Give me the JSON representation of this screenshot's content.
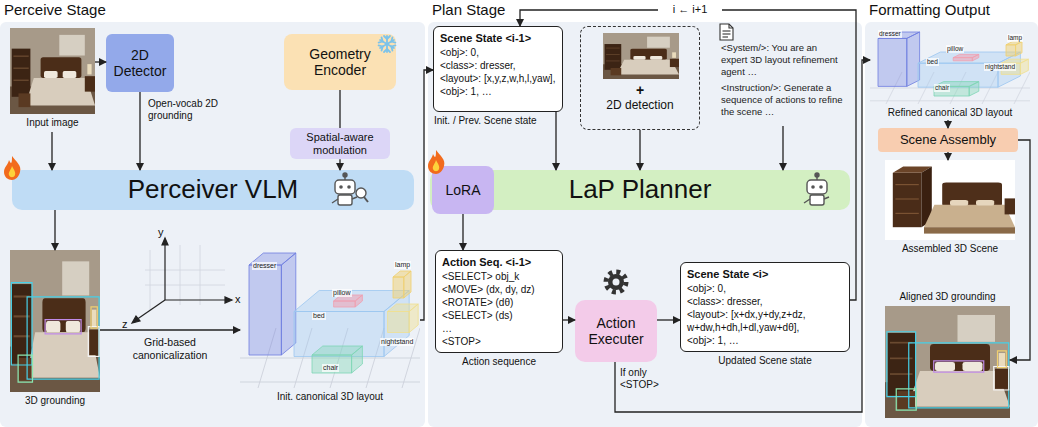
{
  "diagram": {
    "nodes": [
      {
        "text": [
          "Perceive Stage"
        ]
      },
      {
        "text": [
          "Input image"
        ],
        "in": 0
      },
      {
        "text": [
          "2D Detector"
        ],
        "in": 0
      },
      {
        "text": [
          "Geometry Encoder"
        ],
        "in": 0
      },
      {
        "text": [
          "Spatial-aware modulation"
        ],
        "in": 0
      },
      {
        "text": [
          "Perceiver VLM"
        ],
        "in": 0
      },
      {
        "text": [
          "3D grounding"
        ],
        "in": 0
      },
      {
        "text": [
          "Init. canonical 3D layout"
        ],
        "in": 0
      },
      {
        "text": [
          "Plan Stage"
        ]
      },
      {
        "text": [
          "Scene State <i-1>",
          "<obj>: 0,",
          "<class>: dresser,",
          "<layout>: [x,y,z,w,h,l,yaw],",
          "<obj>: 1, …"
        ],
        "in": 8
      },
      {
        "text": [
          "+",
          "2D detection"
        ],
        "in": 8
      },
      {
        "text": [
          "<System/>: You are an expert 3D layout refinement agent …",
          "<Instruction/>: Generate a sequence of actions to refine the scene …"
        ],
        "in": 8
      },
      {
        "text": [
          "LoRA"
        ],
        "in": 8
      },
      {
        "text": [
          "LaP Planner"
        ],
        "in": 8
      },
      {
        "text": [
          "Action Seq. <i-1>",
          "<SELECT> obj_k",
          "<MOVE> (dx, dy, dz)",
          "<ROTATE> (dθ)",
          "<SELECT> (ds)",
          "…",
          "<STOP>"
        ],
        "in": 8
      },
      {
        "text": [
          "Action Executer"
        ],
        "in": 8
      },
      {
        "text": [
          "Scene State <i>",
          "<obj>: 0,",
          "<class>: dresser,",
          "<layout>: [x+dx,y+dy,z+dz, w+dw,h+dh,l+dl,yaw+dθ],",
          "<obj>: 1, …"
        ],
        "in": 8
      },
      {
        "text": [
          "Formatting Output"
        ]
      },
      {
        "text": [
          "Refined canonical 3D layout"
        ],
        "in": 17
      },
      {
        "text": [
          "Scene Assembly"
        ],
        "in": 17
      },
      {
        "text": [
          "Assembled 3D Scene"
        ],
        "in": 17
      },
      {
        "text": [
          "Aligned 3D grounding"
        ],
        "in": 17
      }
    ],
    "edges": [
      {
        "from": 1,
        "to": 5,
        "arrow": "to"
      },
      {
        "from": 1,
        "to": 2,
        "arrow": "to"
      },
      {
        "from": 2,
        "to": 5,
        "arrow": "to"
      },
      {
        "from": 3,
        "to": 4,
        "arrow": "none"
      },
      {
        "from": 4,
        "to": 5,
        "arrow": "to"
      },
      {
        "from": 5,
        "to": 6,
        "arrow": "to"
      },
      {
        "from": 6,
        "to": 7,
        "label": "Grid-based canonicalization",
        "arrow": "to"
      },
      {
        "from": 7,
        "to": 9,
        "arrow": "to"
      },
      {
        "from": 9,
        "to": 13,
        "arrow": "to"
      },
      {
        "from": 10,
        "to": 13,
        "arrow": "to"
      },
      {
        "from": 11,
        "to": 13,
        "arrow": "to"
      },
      {
        "from": 12,
        "to": 14,
        "arrow": "to"
      },
      {
        "from": 14,
        "to": 15,
        "arrow": "to"
      },
      {
        "from": 15,
        "to": 16,
        "arrow": "to"
      },
      {
        "from": 16,
        "to": 9,
        "label": "i ← i+1",
        "arrow": "to"
      },
      {
        "from": 15,
        "to": 18,
        "label": "If only <STOP>",
        "arrow": "to"
      },
      {
        "from": 18,
        "to": 19,
        "arrow": "to"
      },
      {
        "from": 19,
        "to": 20,
        "arrow": "to"
      },
      {
        "from": 19,
        "to": 21,
        "arrow": "to"
      }
    ],
    "labels": [
      "Open-vocab 2D grounding",
      "y",
      "z",
      "x",
      "dresser",
      "bed",
      "pillow",
      "lamp",
      "nightstand",
      "chair",
      "Init. / Prev. Scene state",
      "Action sequence",
      "Updated Scene state",
      "dresser",
      "bed",
      "pillow",
      "lamp",
      "nightstand",
      "chair"
    ]
  }
}
